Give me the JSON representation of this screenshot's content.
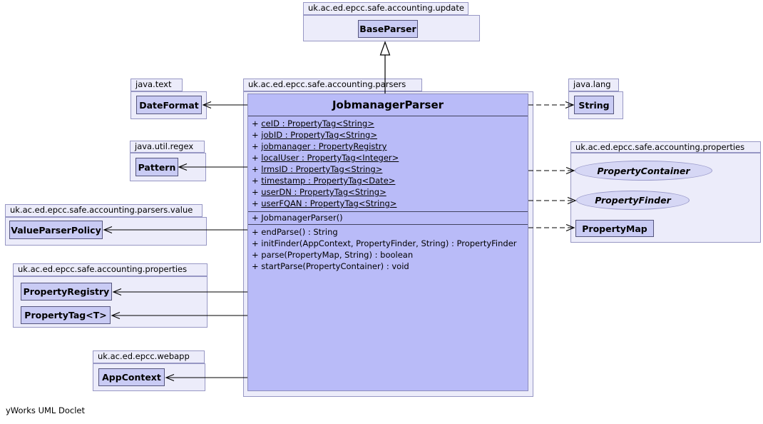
{
  "footer": {
    "text": "yWorks UML Doclet"
  },
  "colors": {
    "package_fill": "#ececfa",
    "package_border": "#9797c4",
    "class_fill": "#c9cbf4",
    "class_border": "#55557d",
    "main_class_fill": "#b9bbf8",
    "interface_fill": "#d6d7f5",
    "line": "#000000"
  },
  "packages": {
    "update": {
      "name": "uk.ac.ed.epcc.safe.accounting.update"
    },
    "parsers": {
      "name": "uk.ac.ed.epcc.safe.accounting.parsers"
    },
    "java_text": {
      "name": "java.text"
    },
    "java_lang": {
      "name": "java.lang"
    },
    "java_util_regex": {
      "name": "java.util.regex"
    },
    "parsers_value": {
      "name": "uk.ac.ed.epcc.safe.accounting.parsers.value"
    },
    "properties_left": {
      "name": "uk.ac.ed.epcc.safe.accounting.properties"
    },
    "webapp": {
      "name": "uk.ac.ed.epcc.webapp"
    },
    "properties_right": {
      "name": "uk.ac.ed.epcc.safe.accounting.properties"
    }
  },
  "classes": {
    "base_parser": "BaseParser",
    "date_format": "DateFormat",
    "string": "String",
    "pattern": "Pattern",
    "value_parser_policy": "ValueParserPolicy",
    "property_registry": "PropertyRegistry",
    "property_tag": "PropertyTag<T>",
    "app_context": "AppContext",
    "property_container": "PropertyContainer",
    "property_finder": "PropertyFinder",
    "property_map": "PropertyMap"
  },
  "main_class": {
    "name": "JobmanagerParser",
    "fields": [
      "+ ceID : PropertyTag<String>",
      "+ jobID : PropertyTag<String>",
      "+ jobmanager : PropertyRegistry",
      "+ localUser : PropertyTag<Integer>",
      "+ lrmsID : PropertyTag<String>",
      "+ timestamp : PropertyTag<Date>",
      "+ userDN : PropertyTag<String>",
      "+ userFQAN : PropertyTag<String>"
    ],
    "constructors": [
      "+ JobmanagerParser()"
    ],
    "methods": [
      "+ endParse() : String",
      "+ initFinder(AppContext, PropertyFinder, String) : PropertyFinder",
      "+ parse(PropertyMap, String) : boolean",
      "+ startParse(PropertyContainer) : void"
    ]
  }
}
